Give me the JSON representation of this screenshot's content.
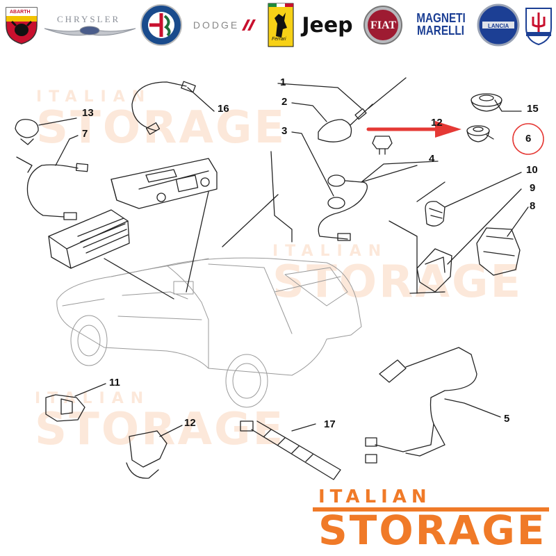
{
  "brands": [
    {
      "name": "abarth-logo",
      "text": "ABARTH",
      "color": "#c8102e"
    },
    {
      "name": "chrysler-logo",
      "text": "CHRYSLER",
      "color": "#8a8f98"
    },
    {
      "name": "alfa-romeo-logo",
      "text": "ALFA ROMEO",
      "color": "#1f6f3a"
    },
    {
      "name": "dodge-logo",
      "text": "DODGE",
      "color": "#c8102e"
    },
    {
      "name": "ferrari-logo",
      "text": "Ferrari",
      "color": "#f7d117"
    },
    {
      "name": "jeep-logo",
      "text": "Jeep",
      "color": "#111111"
    },
    {
      "name": "fiat-logo",
      "text": "FIAT",
      "color": "#9e1b32"
    },
    {
      "name": "magneti-marelli-logo",
      "text_line1": "MAGNETI",
      "text_line2": "MARELLI",
      "color": "#1c3f94"
    },
    {
      "name": "lancia-logo",
      "text": "LANCIA",
      "color": "#1c3f94"
    },
    {
      "name": "maserati-logo",
      "text": "MASERATI",
      "color": "#1c3f94"
    }
  ],
  "callouts": [
    "1",
    "2",
    "3",
    "4",
    "5",
    "6",
    "7",
    "8",
    "9",
    "10",
    "11",
    "12",
    "13",
    "15",
    "16",
    "17",
    "12"
  ],
  "highlight": {
    "part": "6",
    "arrow_color": "#e53935",
    "circle_color": "#e53935"
  },
  "watermark": {
    "small": "ITALIAN",
    "big": "STORAGE",
    "color": "#f07a28"
  },
  "footer": {
    "small": "ITALIAN",
    "big": "STORAGE",
    "color": "#f07a28"
  }
}
